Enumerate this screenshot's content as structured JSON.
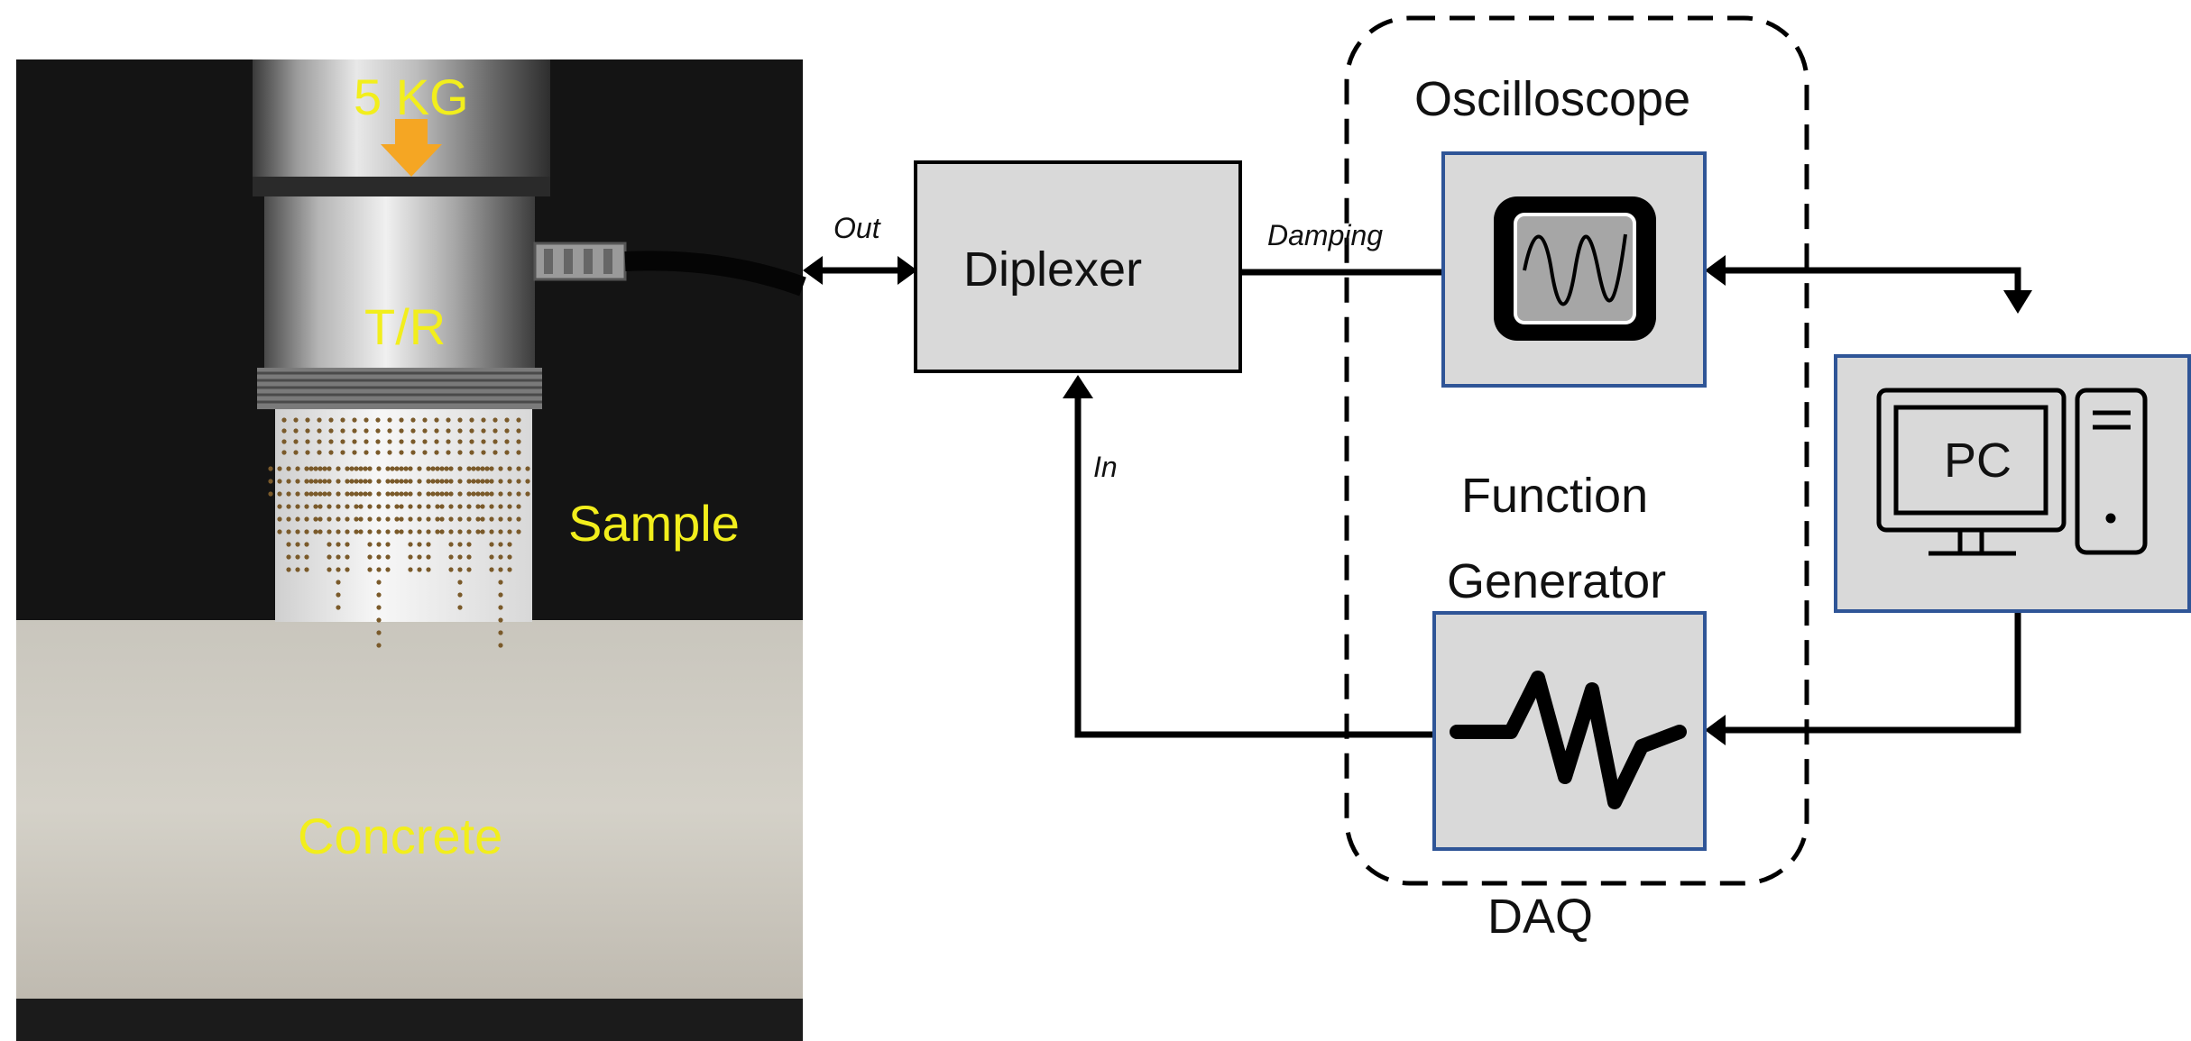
{
  "photo": {
    "load_label": "5 KG",
    "transducer_label": "T/R",
    "sample_label": "Sample",
    "concrete_label": "Concrete"
  },
  "diagram": {
    "diplexer_label": "Diplexer",
    "oscilloscope_label": "Oscilloscope",
    "function_generator_label_line1": "Function",
    "function_generator_label_line2": "Generator",
    "pc_label": "PC",
    "daq_label": "DAQ",
    "out_label": "Out",
    "damping_label": "Damping",
    "in_label": "In"
  },
  "colors": {
    "photo_label": "#f2ee1c",
    "load_arrow": "#f5a623",
    "block_fill": "#d9d9d9",
    "instrument_border": "#2f5597",
    "line": "#000000"
  }
}
